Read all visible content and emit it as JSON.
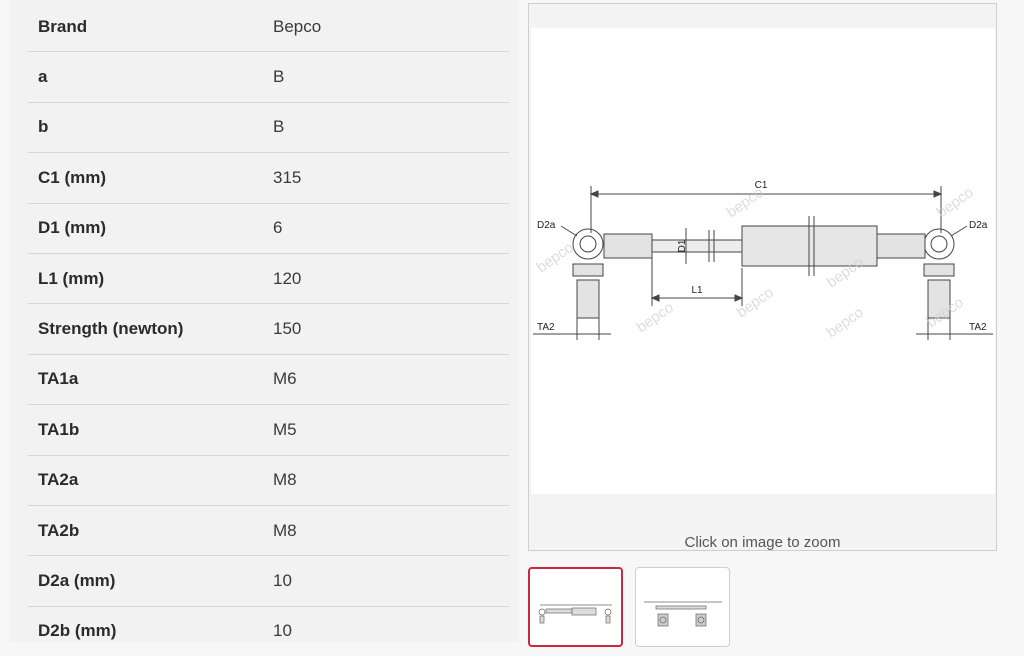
{
  "specs": [
    {
      "key": "Brand",
      "value": "Bepco"
    },
    {
      "key": "a",
      "value": "B"
    },
    {
      "key": "b",
      "value": "B"
    },
    {
      "key": "C1 (mm)",
      "value": "315"
    },
    {
      "key": "D1 (mm)",
      "value": "6"
    },
    {
      "key": "L1 (mm)",
      "value": "120"
    },
    {
      "key": "Strength (newton)",
      "value": "150"
    },
    {
      "key": "TA1a",
      "value": "M6"
    },
    {
      "key": "TA1b",
      "value": "M5"
    },
    {
      "key": "TA2a",
      "value": "M8"
    },
    {
      "key": "TA2b",
      "value": "M8"
    },
    {
      "key": "D2a (mm)",
      "value": "10"
    },
    {
      "key": "D2b (mm)",
      "value": "10"
    }
  ],
  "product_image": {
    "zoom_hint": "Click on image to zoom",
    "labels": {
      "c1": "C1",
      "d1": "D1",
      "l1": "L1",
      "d2a_left": "D2a",
      "d2a_right": "D2a",
      "ta2_left": "TA2",
      "ta2_right": "TA2"
    },
    "watermark": "bepco"
  },
  "thumbnails": [
    {
      "name": "thumbnail-1",
      "active": true
    },
    {
      "name": "thumbnail-2",
      "active": false
    }
  ],
  "colors": {
    "accent": "#c9283e",
    "row_border": "#d6d6d6",
    "panel_bg": "#f2f2f2"
  }
}
